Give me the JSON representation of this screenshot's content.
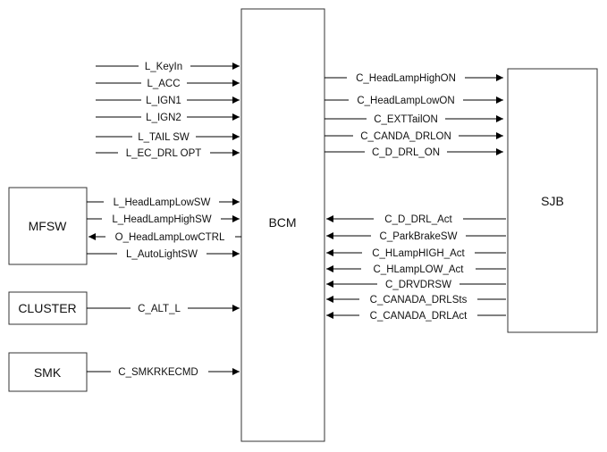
{
  "blocks": {
    "bcm": "BCM",
    "sjb": "SJB",
    "mfsw": "MFSW",
    "cluster": "CLUSTER",
    "smk": "SMK"
  },
  "signals": {
    "keyin": "L_KeyIn",
    "acc": "L_ACC",
    "ign1": "L_IGN1",
    "ign2": "L_IGN2",
    "tail_sw": "L_TAIL SW",
    "ec_drl_opt": "L_EC_DRL OPT",
    "headlamp_low_sw": "L_HeadLampLowSW",
    "headlamp_high_sw": "L_HeadLampHighSW",
    "headlamp_low_ctrl": "O_HeadLampLowCTRL",
    "autolight_sw": "L_AutoLightSW",
    "alt_l": "C_ALT_L",
    "smkrkecmd": "C_SMKRKECMD",
    "headlamp_high_on": "C_HeadLampHighON",
    "headlamp_low_on": "C_HeadLampLowON",
    "ext_tail_on": "C_EXTTailON",
    "canada_drl_on": "C_CANDA_DRLON",
    "d_drl_on": "C_D_DRL_ON",
    "d_drl_act": "C_D_DRL_Act",
    "parkbrake_sw": "C_ParkBrakeSW",
    "hlamp_high_act": "C_HLampHIGH_Act",
    "hlamp_low_act": "C_HLampLOW_Act",
    "drvdrsw": "C_DRVDRSW",
    "canada_drlsts": "C_CANADA_DRLSts",
    "canada_drlact": "C_CANADA_DRLAct"
  }
}
